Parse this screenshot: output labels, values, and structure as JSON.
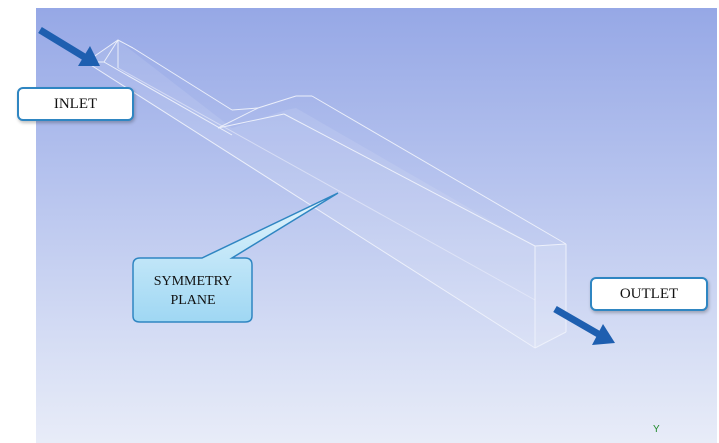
{
  "labels": {
    "inlet": "INLET",
    "outlet": "OUTLET",
    "symmetry_line1": "SYMMETRY",
    "symmetry_line2": "PLANE"
  },
  "axis": {
    "y_label": "Y"
  },
  "colors": {
    "background_top": "#96a8e6",
    "background_bottom": "#e8ecf8",
    "arrow": "#1e5fb0",
    "label_border": "#2f86c2",
    "callout_fill": "#bfe6f8",
    "callout_border": "#2f86c2",
    "axis_label": "#1f8a2a",
    "geometry_edge": "#e9edfa"
  },
  "icons": {
    "inlet_arrow": "arrow-right-down-icon",
    "outlet_arrow": "arrow-right-down-icon"
  }
}
